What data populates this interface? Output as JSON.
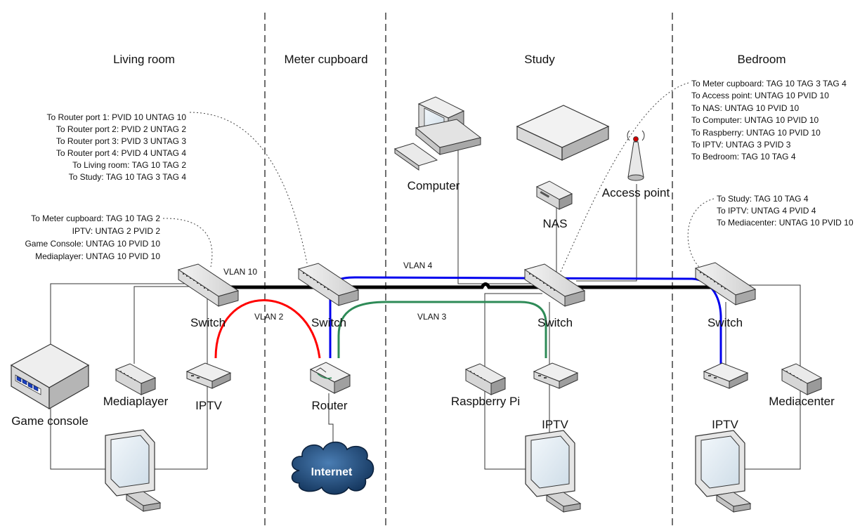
{
  "rooms": {
    "living_room": "Living room",
    "meter_cupboard": "Meter cupboard",
    "study": "Study",
    "bedroom": "Bedroom"
  },
  "notes": {
    "meter_cupboard_switch": [
      "To Router port 1: PVID 10 UNTAG 10",
      "To Router port 2: PVID 2 UNTAG 2",
      "To Router port 3: PVID 3 UNTAG 3",
      "To Router port 4: PVID 4 UNTAG 4",
      "To Living room: TAG 10 TAG 2",
      "To Study: TAG 10 TAG 3 TAG 4"
    ],
    "living_room_switch": [
      "To Meter cupboard: TAG 10 TAG 2",
      "IPTV: UNTAG 2 PVID 2",
      "Game Console: UNTAG 10 PVID 10",
      "Mediaplayer: UNTAG 10 PVID 10"
    ],
    "study_switch": [
      "To Meter cupboard: TAG 10 TAG 3 TAG 4",
      "To Access point: UNTAG 10 PVID 10",
      "To NAS: UNTAG 10 PVID 10",
      "To Computer: UNTAG 10 PVID 10",
      "To Raspberry: UNTAG 10 PVID 10",
      "To IPTV: UNTAG 3 PVID 3",
      "To Bedroom: TAG 10 TAG 4"
    ],
    "bedroom_switch": [
      "To Study: TAG 10 TAG 4",
      "To IPTV: UNTAG 4 PVID 4",
      "To Mediacenter: UNTAG 10 PVID 10"
    ]
  },
  "devices": {
    "switch": "Switch",
    "router": "Router",
    "internet": "Internet",
    "game_console": "Game console",
    "mediaplayer": "Mediaplayer",
    "iptv": "IPTV",
    "computer": "Computer",
    "nas": "NAS",
    "access_point": "Access point",
    "raspberry_pi": "Raspberry Pi",
    "mediacenter": "Mediacenter"
  },
  "vlans": {
    "vlan10": {
      "label": "VLAN 10",
      "color": "#000000"
    },
    "vlan2": {
      "label": "VLAN 2",
      "color": "#ff0000"
    },
    "vlan3": {
      "label": "VLAN 3",
      "color": "#2e8b57"
    },
    "vlan4": {
      "label": "VLAN 4",
      "color": "#0000ee"
    }
  }
}
